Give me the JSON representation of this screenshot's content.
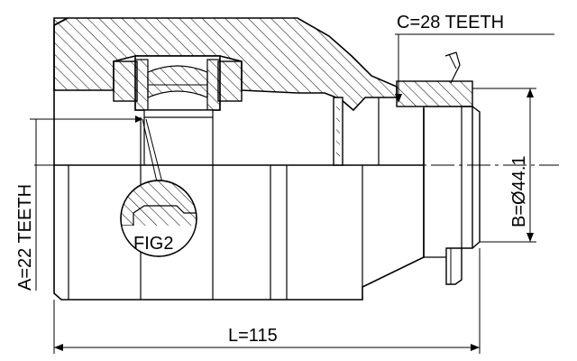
{
  "labels": {
    "spline_a": "A=22 TEETH",
    "diameter_b": "B=Ø44.1",
    "spline_c": "C=28 TEETH",
    "length_l": "L=115",
    "detail_fig": "FIG2"
  },
  "colors": {
    "line": "#000000",
    "background": "#ffffff"
  }
}
